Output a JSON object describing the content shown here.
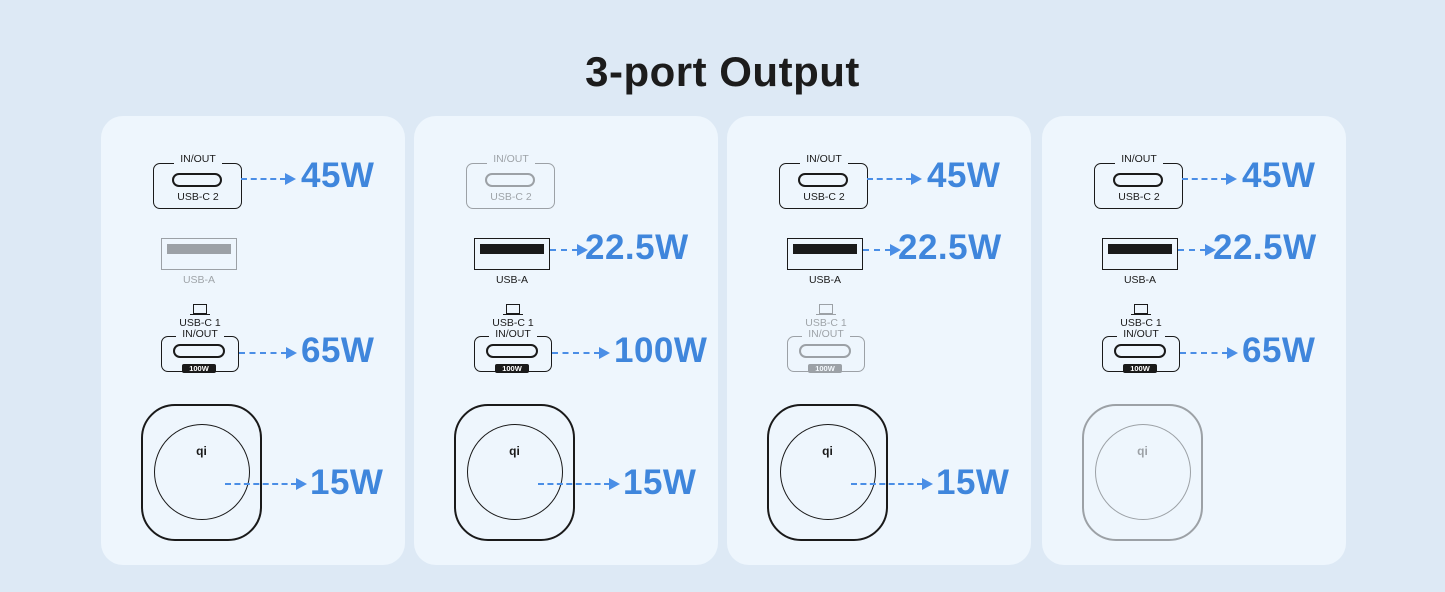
{
  "title": "3-port Output",
  "labels": {
    "inout": "IN/OUT",
    "usbc2": "USB-C 2",
    "usba": "USB-A",
    "usbc1": "USB-C 1",
    "badge": "100W",
    "qi": "qi"
  },
  "icons": {
    "usbc2": "usb-c-port-icon",
    "usba": "usb-a-port-icon",
    "usbc1": "usb-c-port-icon",
    "wireless": "wireless-charging-pad-icon",
    "laptop": "laptop-icon"
  },
  "colors": {
    "accent": "#3f86dc",
    "background": "#dde9f5",
    "card": "#eef6fd"
  },
  "cards": [
    {
      "usbc2": "45W",
      "usba": "",
      "usbc1": "65W",
      "wireless": "15W"
    },
    {
      "usbc2": "",
      "usba": "22.5W",
      "usbc1": "100W",
      "wireless": "15W"
    },
    {
      "usbc2": "45W",
      "usba": "22.5W",
      "usbc1": "",
      "wireless": "15W"
    },
    {
      "usbc2": "45W",
      "usba": "22.5W",
      "usbc1": "65W",
      "wireless": ""
    }
  ]
}
